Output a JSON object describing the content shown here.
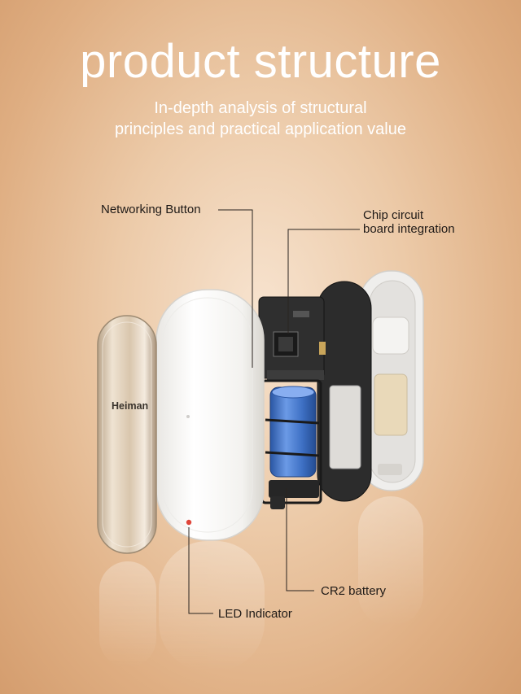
{
  "header": {
    "title": "product structure",
    "subtitle_line1": "In-depth analysis of structural",
    "subtitle_line2": "principles and practical application value"
  },
  "product": {
    "brand_logo_text": "Heiman"
  },
  "callouts": {
    "networking_button": "Networking Button",
    "chip_line1": "Chip circuit",
    "chip_line2": "board integration",
    "battery": "CR2 battery",
    "led": "LED Indicator"
  },
  "colors": {
    "background": "#e8c39f",
    "title_text": "#ffffff",
    "label_text": "#1f1a17",
    "cover_metal": "#d8c3a8",
    "shell_white": "#f7f7f5",
    "pcb_dark": "#2b2b2b",
    "battery_blue": "#3f74c9",
    "led_red": "#e0453a"
  }
}
